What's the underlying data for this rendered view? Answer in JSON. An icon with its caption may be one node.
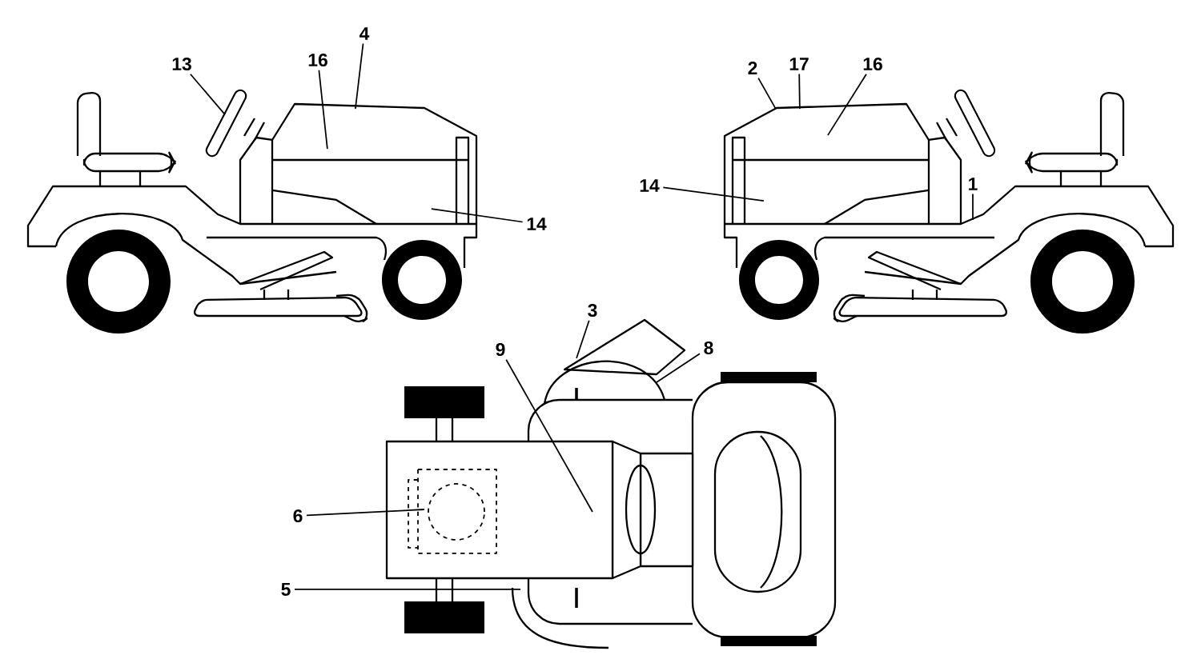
{
  "diagram": {
    "nodes": [
      {
        "text": [
          "13"
        ]
      },
      {
        "text": [
          "16"
        ]
      },
      {
        "text": [
          "4"
        ]
      },
      {
        "text": [
          "14"
        ]
      },
      {
        "text": [
          "2"
        ]
      },
      {
        "text": [
          "17"
        ]
      },
      {
        "text": [
          "16"
        ]
      },
      {
        "text": [
          "14"
        ]
      },
      {
        "text": [
          "1"
        ]
      },
      {
        "text": [
          "3"
        ]
      },
      {
        "text": [
          "9"
        ]
      },
      {
        "text": [
          "8"
        ]
      },
      {
        "text": [
          "6"
        ]
      },
      {
        "text": [
          "5"
        ]
      },
      {
        "text": [],
        "shape": "picture"
      },
      {
        "text": [],
        "shape": "picture"
      },
      {
        "text": [],
        "shape": "picture"
      }
    ],
    "edges": [
      {
        "from": 0,
        "to": 16,
        "arrow": "none"
      },
      {
        "from": 1,
        "to": 14,
        "arrow": "none"
      },
      {
        "from": 2,
        "to": 14,
        "arrow": "none"
      },
      {
        "from": 3,
        "to": 14,
        "arrow": "none"
      },
      {
        "from": 4,
        "to": 15,
        "arrow": "none"
      },
      {
        "from": 5,
        "to": 15,
        "arrow": "none"
      },
      {
        "from": 6,
        "to": 15,
        "arrow": "none"
      },
      {
        "from": 7,
        "to": 15,
        "arrow": "none"
      },
      {
        "from": 8,
        "to": null,
        "arrow": "none"
      },
      {
        "from": 9,
        "to": null,
        "arrow": "none"
      },
      {
        "from": 10,
        "to": null,
        "arrow": "none"
      },
      {
        "from": 11,
        "to": null,
        "arrow": "none"
      },
      {
        "from": 12,
        "to": null,
        "arrow": "none"
      },
      {
        "from": 13,
        "to": null,
        "arrow": "none"
      }
    ]
  }
}
